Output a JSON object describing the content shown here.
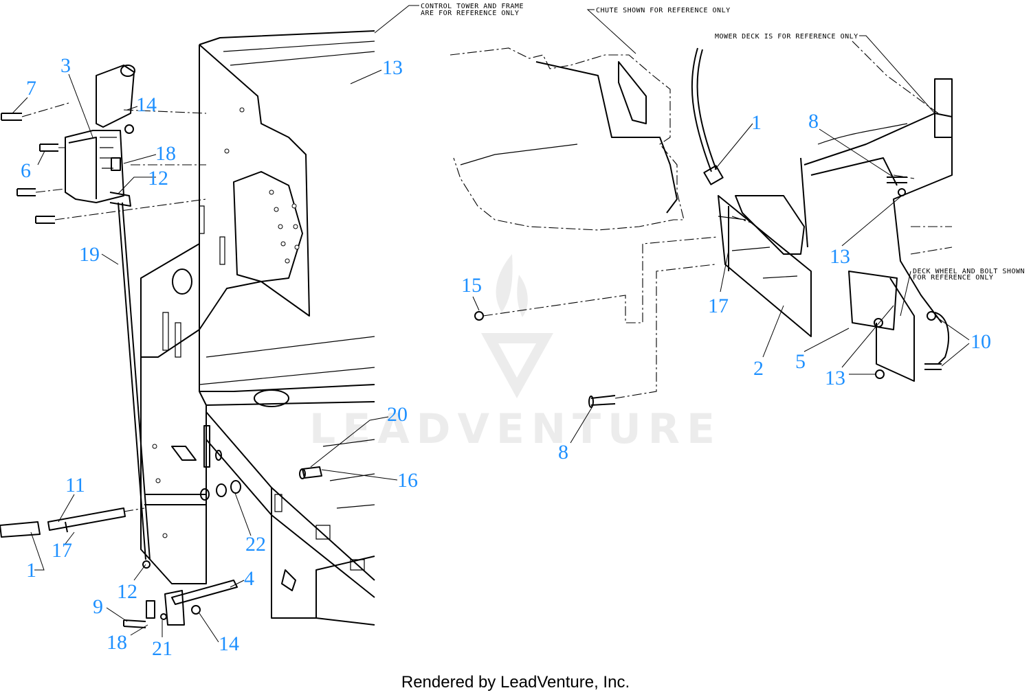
{
  "notes": {
    "control_tower_line1": "CONTROL TOWER AND FRAME",
    "control_tower_line2": "ARE FOR REFERENCE ONLY",
    "chute": "CHUTE SHOWN FOR REFERENCE ONLY",
    "mower_deck": "MOWER DECK IS FOR REFERENCE ONLY",
    "deck_wheel_line1": "DECK WHEEL AND BOLT SHOWN",
    "deck_wheel_line2": "FOR REFERENCE ONLY"
  },
  "watermark": "LEADVENTURE",
  "footer": "Rendered by LeadVenture, Inc.",
  "callout_color": "#1e90ff",
  "callouts": [
    {
      "label": "7"
    },
    {
      "label": "3"
    },
    {
      "label": "14"
    },
    {
      "label": "6"
    },
    {
      "label": "18"
    },
    {
      "label": "12"
    },
    {
      "label": "13"
    },
    {
      "label": "19"
    },
    {
      "label": "20"
    },
    {
      "label": "16"
    },
    {
      "label": "11"
    },
    {
      "label": "22"
    },
    {
      "label": "17"
    },
    {
      "label": "1"
    },
    {
      "label": "12"
    },
    {
      "label": "4"
    },
    {
      "label": "9"
    },
    {
      "label": "18"
    },
    {
      "label": "21"
    },
    {
      "label": "14"
    },
    {
      "label": "15"
    },
    {
      "label": "8"
    },
    {
      "label": "1"
    },
    {
      "label": "8"
    },
    {
      "label": "13"
    },
    {
      "label": "17"
    },
    {
      "label": "2"
    },
    {
      "label": "5"
    },
    {
      "label": "13"
    },
    {
      "label": "10"
    }
  ]
}
